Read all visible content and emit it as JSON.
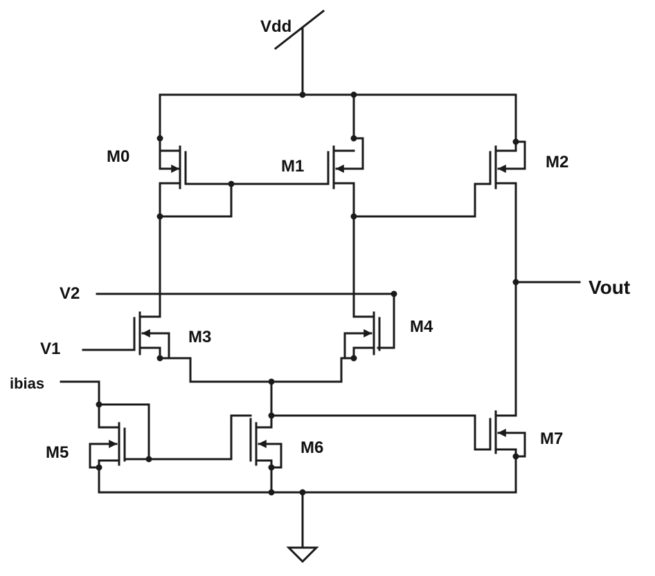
{
  "labels": {
    "vdd": "Vdd",
    "vout": "Vout",
    "v1": "V1",
    "v2": "V2",
    "ibias": "ibias"
  },
  "transistors": {
    "m0": "M0",
    "m1": "M1",
    "m2": "M2",
    "m3": "M3",
    "m4": "M4",
    "m5": "M5",
    "m6": "M6",
    "m7": "M7"
  },
  "colors": {
    "line": "#1a1a1a",
    "background": "#ffffff"
  }
}
